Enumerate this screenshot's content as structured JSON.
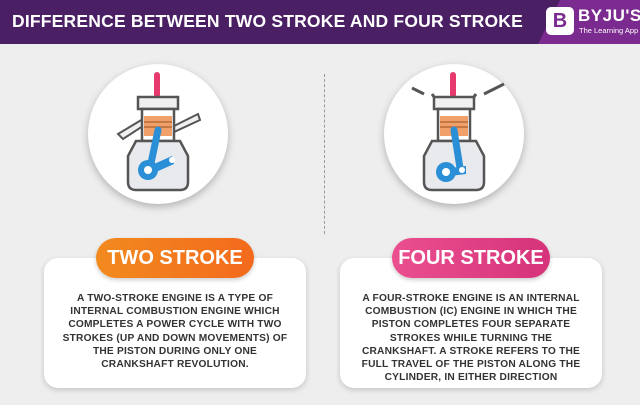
{
  "header": {
    "title": "DIFFERENCE BETWEEN TWO STROKE AND FOUR STROKE",
    "logo_letter": "B",
    "logo_name": "BYJU'S",
    "logo_tagline": "The Learning App"
  },
  "two_stroke": {
    "label": "TWO STROKE",
    "description": "A TWO-STROKE ENGINE IS A TYPE OF INTERNAL COMBUSTION ENGINE WHICH COMPLETES A POWER CYCLE WITH TWO STROKES (UP AND DOWN MOVEMENTS) OF THE PISTON DURING ONLY ONE CRANKSHAFT REVOLUTION."
  },
  "four_stroke": {
    "label": "FOUR STROKE",
    "description": "A FOUR-STROKE ENGINE IS AN INTERNAL COMBUSTION (IC) ENGINE IN WHICH THE PISTON COMPLETES FOUR SEPARATE STROKES WHILE TURNING THE CRANKSHAFT. A STROKE REFERS TO THE FULL TRAVEL OF THE PISTON ALONG THE CYLINDER, IN EITHER DIRECTION"
  },
  "colors": {
    "header_purple": "#7b2a8f",
    "header_dark": "#4a1f63",
    "two_stroke_orange": "#f36a1c",
    "four_stroke_pink": "#d6337a",
    "piston_orange": "#f2a06a",
    "crank_blue": "#2a8fd6"
  },
  "icons": [
    "byjus-logo-icon",
    "two-stroke-engine-icon",
    "four-stroke-engine-icon"
  ]
}
